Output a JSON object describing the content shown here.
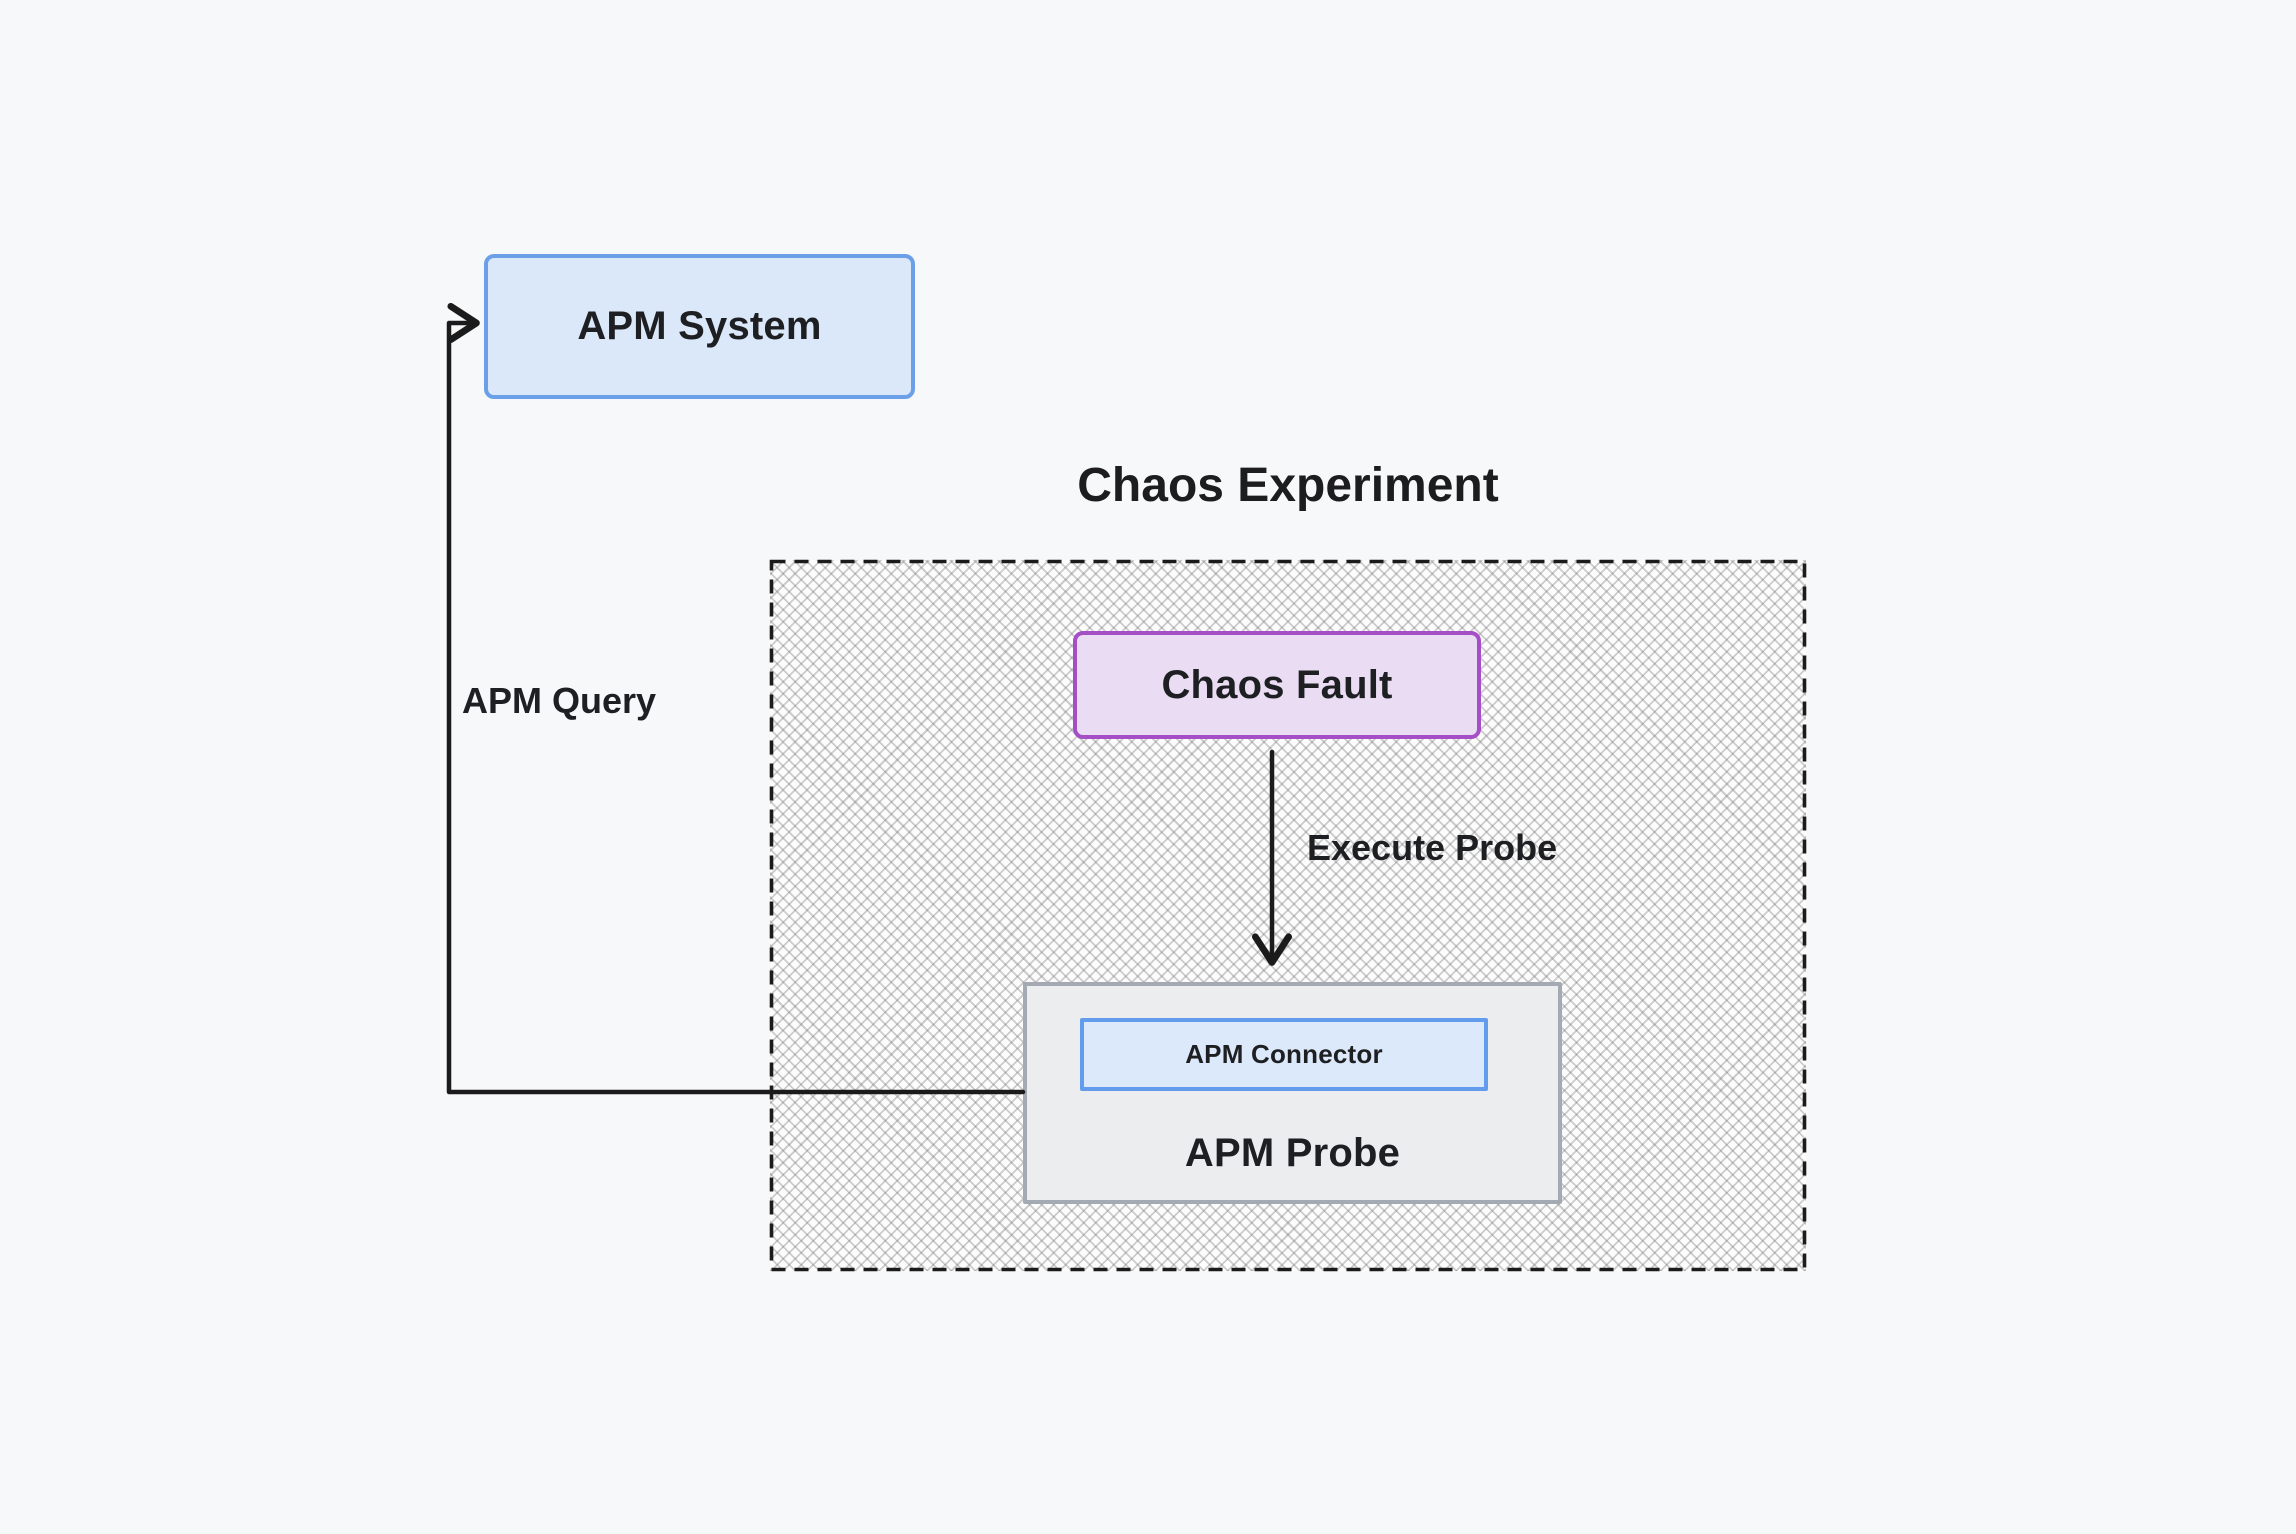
{
  "diagram": {
    "title": "Chaos Experiment",
    "nodes": [
      {
        "id": "apm-system",
        "label": "APM System",
        "fill": "#dbe8fa",
        "stroke": "#6b9fe8"
      },
      {
        "id": "chaos-fault",
        "label": "Chaos Fault",
        "fill": "#e9dcf3",
        "stroke": "#a44fc6"
      },
      {
        "id": "apm-probe",
        "label": "APM Probe",
        "fill": "#ebedef",
        "stroke": "#a4aab3"
      },
      {
        "id": "apm-connector",
        "label": "APM Connector",
        "fill": "#dce9fa",
        "stroke": "#639cec"
      }
    ],
    "edges": [
      {
        "id": "execute-probe",
        "label": "Execute Probe",
        "from": "chaos-fault",
        "to": "apm-probe",
        "style": "solid-arrow"
      },
      {
        "id": "apm-query",
        "label": "APM Query",
        "from": "apm-probe",
        "to": "apm-system",
        "style": "solid-arrow"
      }
    ],
    "regions": [
      {
        "id": "chaos-experiment-region",
        "label": "Chaos Experiment",
        "border": "dashed",
        "fill_pattern": "cross-hatch"
      }
    ],
    "colors": {
      "background": "#f7f8fa",
      "line": "#1b1b1b",
      "text": "#1e1f22",
      "hatch": "#8c8c8c"
    }
  }
}
